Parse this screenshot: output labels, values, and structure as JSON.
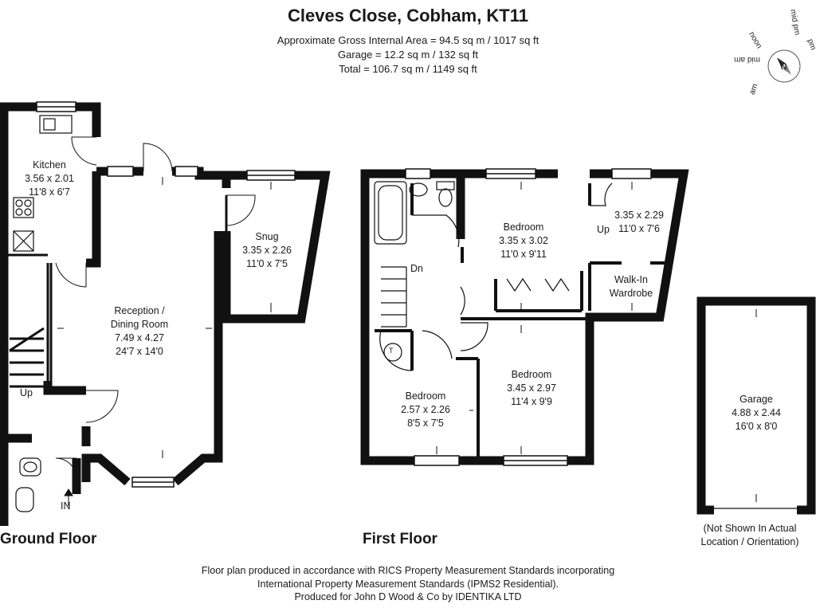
{
  "header": {
    "title": "Cleves Close, Cobham, KT11",
    "area_lines": [
      "Approximate Gross Internal Area = 94.5 sq m / 1017 sq ft",
      "Garage = 12.2 sq m / 132 sq ft",
      "Total = 106.7 sq m / 1149 sq ft"
    ]
  },
  "compass": {
    "labels": [
      "noon",
      "mid pm",
      "pm",
      "mid am",
      "am"
    ],
    "north": "N"
  },
  "ground_floor": {
    "label": "Ground Floor",
    "rooms": {
      "kitchen": {
        "name": "Kitchen",
        "metric": "3.56 x 2.01",
        "imperial": "11'8 x 6'7"
      },
      "reception": {
        "name": "Reception / Dining Room",
        "name1": "Reception /",
        "name2": "Dining Room",
        "metric": "7.49 x 4.27",
        "imperial": "24'7 x 14'0"
      },
      "snug": {
        "name": "Snug",
        "metric": "3.35 x 2.26",
        "imperial": "11'0 x 7'5"
      }
    },
    "stairs_label": "Up",
    "entrance_label": "IN"
  },
  "first_floor": {
    "label": "First Floor",
    "rooms": {
      "bedroom1": {
        "name": "Bedroom",
        "metric": "3.35 x 3.02",
        "imperial": "11'0 x 9'11"
      },
      "room_upper": {
        "metric": "3.35 x 2.29",
        "imperial": "11'0 x 7'6",
        "up": "Up"
      },
      "walkin": {
        "name1": "Walk-In",
        "name2": "Wardrobe"
      },
      "bedroom2": {
        "name": "Bedroom",
        "metric": "3.45 x 2.97",
        "imperial": "11'4 x 9'9"
      },
      "bedroom3": {
        "name": "Bedroom",
        "metric": "2.57 x 2.26",
        "imperial": "8'5 x 7'5"
      }
    },
    "stairs_label": "Dn",
    "tank_label": "T"
  },
  "garage": {
    "name": "Garage",
    "metric": "4.88 x 2.44",
    "imperial": "16'0 x 8'0",
    "note1": "(Not Shown In Actual",
    "note2": "Location / Orientation)"
  },
  "footer": {
    "lines": [
      "Floor plan produced in accordance with RICS Property Measurement Standards incorporating",
      "International Property Measurement Standards (IPMS2 Residential).",
      "Produced for John D Wood & Co by IDENTIKA LTD"
    ]
  }
}
